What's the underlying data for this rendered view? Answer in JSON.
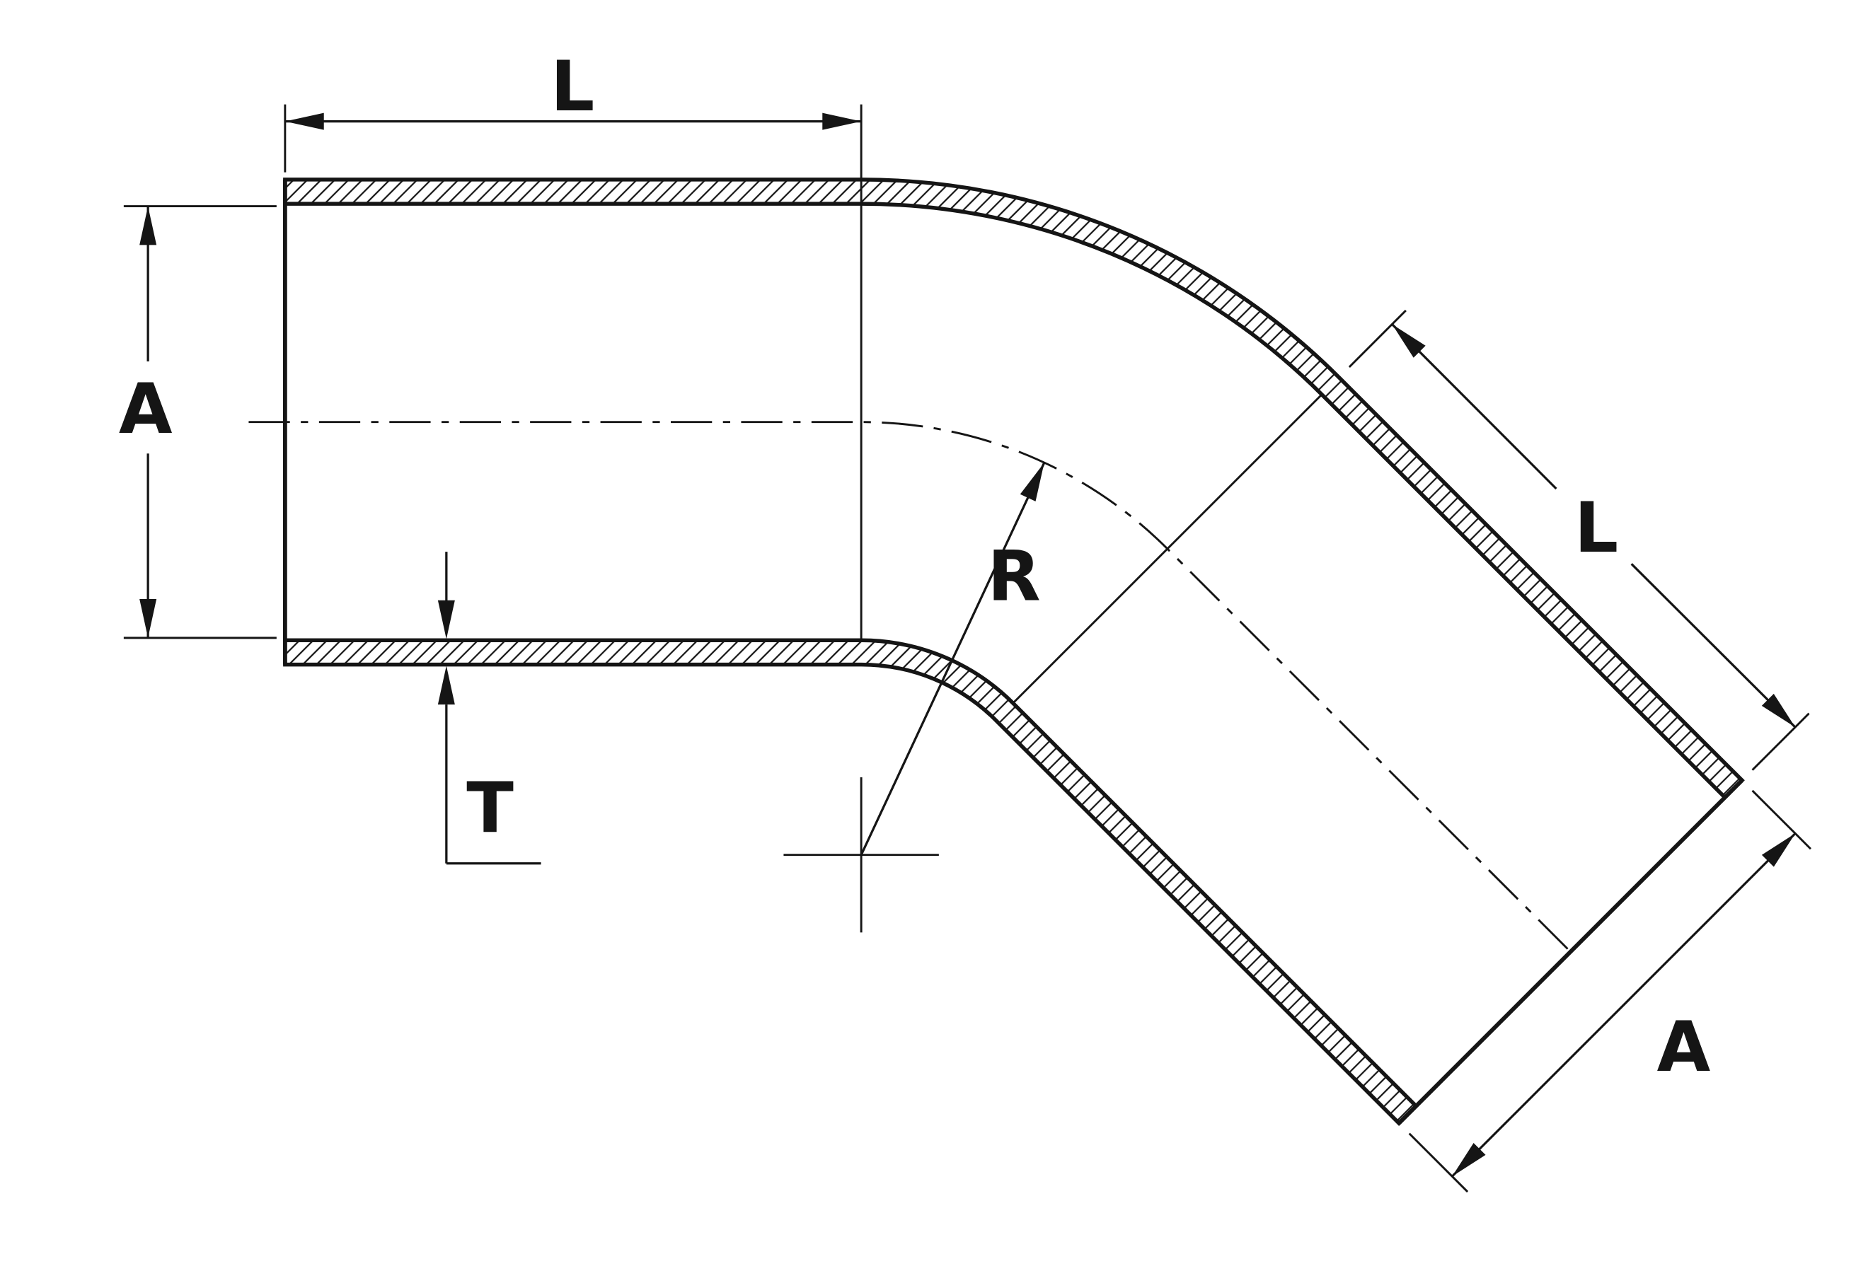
{
  "diagram": {
    "labels": {
      "length_top": "L",
      "inner_diameter_left": "A",
      "wall_thickness": "T",
      "bend_radius": "R",
      "length_angled": "L",
      "inner_diameter_angled": "A"
    },
    "colors": {
      "line": "#151515",
      "background": "#ffffff"
    }
  }
}
